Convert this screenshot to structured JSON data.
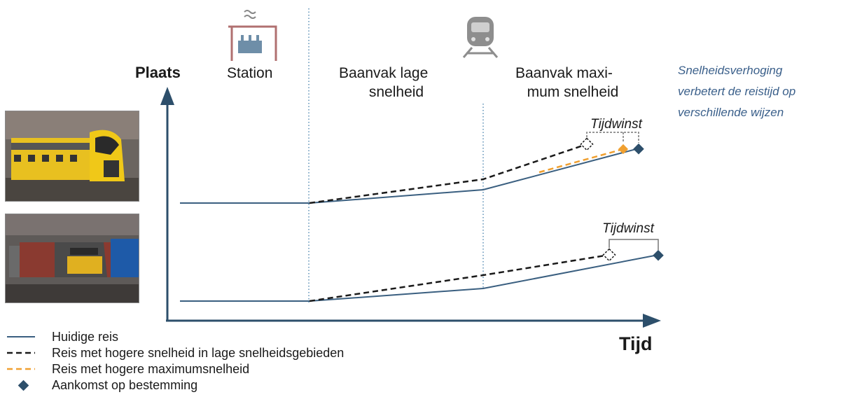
{
  "axes": {
    "y_label": "Plaats",
    "x_label": "Tijd"
  },
  "zones": {
    "station": "Station",
    "low_speed_line1": "Baanvak lage",
    "low_speed_line2": "snelheid",
    "max_speed_line1": "Baanvak maxi-",
    "max_speed_line2": "mum snelheid"
  },
  "annotations": {
    "time_gain_top": "Tijdwinst",
    "time_gain_bottom": "Tijdwinst"
  },
  "note": {
    "line1": "Snelheidsverhoging",
    "line2": "verbetert de reistijd op",
    "line3": "verschillende wijzen"
  },
  "legend": {
    "current": "Huidige reis",
    "low_speed_faster": "Reis met hogere snelheid in lage snelheidsgebieden",
    "higher_max": "Reis met hogere maximumsnelheid",
    "arrival": "Aankomst op bestemming"
  },
  "icons": {
    "station": "station-icon",
    "train": "train-front-icon",
    "arrival": "diamond-icon"
  },
  "colors": {
    "current_line": "#3a5f80",
    "dashed_low": "#1a1a1a",
    "dashed_max": "#f0a030",
    "arrival_marker": "#2d4f6b",
    "axis": "#2d4f6b",
    "note_text": "#3a5f8a"
  }
}
